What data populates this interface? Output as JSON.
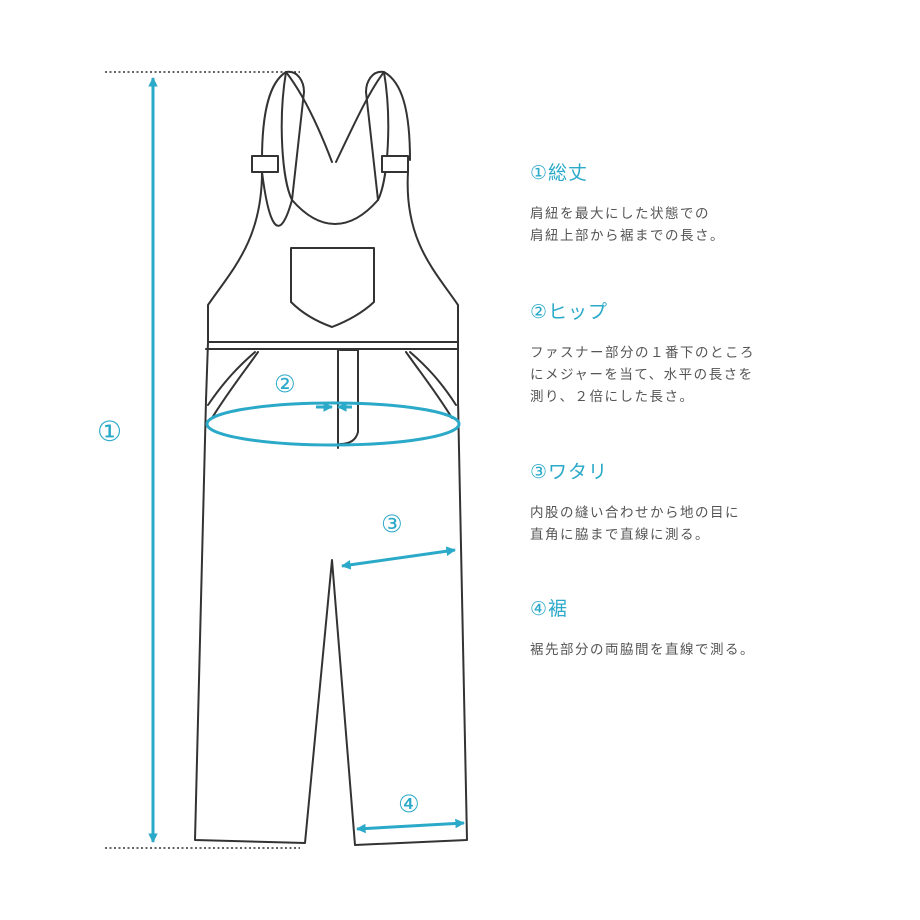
{
  "colors": {
    "accent": "#2aa9c8",
    "outline": "#333333",
    "text": "#555555"
  },
  "markers": {
    "m1": "①",
    "m2": "②",
    "m3": "③",
    "m4": "④"
  },
  "legend": [
    {
      "title": "①総丈",
      "lines": [
        "肩紐を最大にした状態での",
        "肩紐上部から裾までの長さ。"
      ]
    },
    {
      "title": "②ヒップ",
      "lines": [
        "ファスナー部分の１番下のところ",
        "にメジャーを当て、水平の長さを",
        "測り、２倍にした長さ。"
      ]
    },
    {
      "title": "③ワタリ",
      "lines": [
        "内股の縫い合わせから地の目に",
        "直角に脇まで直線に測る。"
      ]
    },
    {
      "title": "④裾",
      "lines": [
        "裾先部分の両脇間を直線で測る。"
      ]
    }
  ]
}
